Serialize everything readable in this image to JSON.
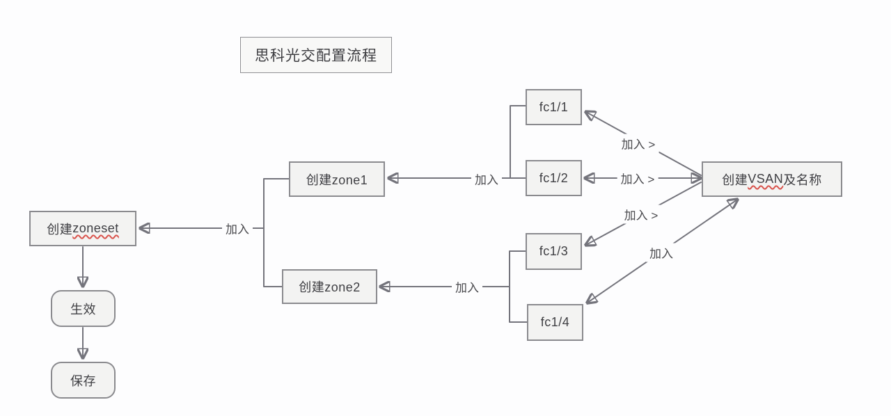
{
  "title": "思科光交配置流程",
  "nodes": {
    "fc11": {
      "label": "fc1/1"
    },
    "fc12": {
      "label": "fc1/2"
    },
    "fc13": {
      "label": "fc1/3"
    },
    "fc14": {
      "label": "fc1/4"
    },
    "zone1": {
      "label": "创建zone1"
    },
    "zone2": {
      "label": "创建zone2"
    },
    "zoneset": {
      "prefix": "创建",
      "word": "zoneset"
    },
    "effect": {
      "label": "生效"
    },
    "save": {
      "label": "保存"
    },
    "vsan": {
      "prefix": "创建",
      "word": "VSAN",
      "suffix": "及名称"
    }
  },
  "edge_labels": {
    "join_zoneset": "加入",
    "join_zone1": "加入",
    "join_zone2": "加入",
    "join_fc11": "加入 >",
    "join_fc12": "加入 >",
    "join_fc13": "加入 >",
    "join_fc14": "加入"
  },
  "colors": {
    "line": "#74747c",
    "box_border": "#8a8a8e",
    "box_fill": "#f3f3f2",
    "text": "#3e3e42",
    "misspell_underline": "#d9544d",
    "background": "#fdfdfe"
  }
}
